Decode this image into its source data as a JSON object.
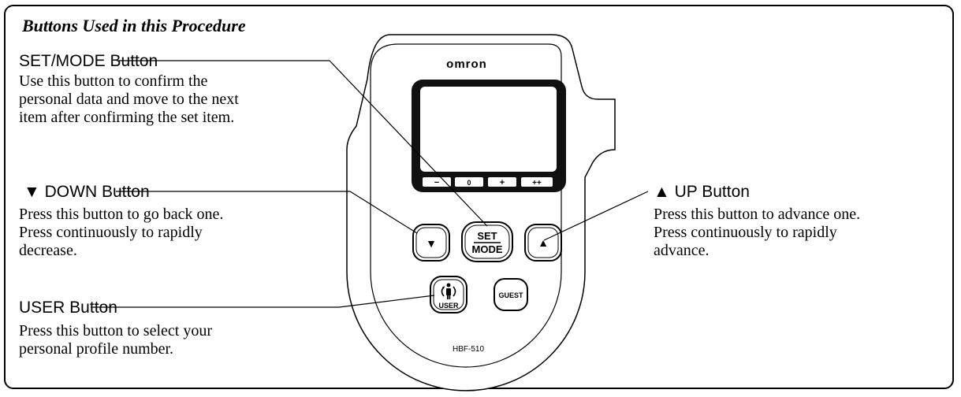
{
  "title": "Buttons Used in this Procedure",
  "callouts": {
    "set_mode": {
      "label": "SET/MODE Button",
      "lines": [
        "Use this button to confirm the",
        "personal data and move to the next",
        "item after confirming the set item."
      ]
    },
    "down": {
      "label": "▼ DOWN Button",
      "lines": [
        "Press this button to go back one.",
        "Press continuously to rapidly",
        "decrease."
      ]
    },
    "up": {
      "label": "▲ UP Button",
      "lines": [
        "Press this button to advance one.",
        "Press continuously to rapidly",
        "advance."
      ]
    },
    "user": {
      "label": "USER Button",
      "lines": [
        "Press this button to select your",
        "personal profile number."
      ]
    }
  },
  "device": {
    "brand": "omron",
    "model": "HBF-510",
    "keys": [
      "−",
      "0",
      "+",
      "++"
    ],
    "down_glyph": "▼",
    "up_glyph": "▲",
    "set_top": "SET",
    "set_bottom": "MODE",
    "user_label": "USER",
    "guest_label": "GUEST"
  }
}
